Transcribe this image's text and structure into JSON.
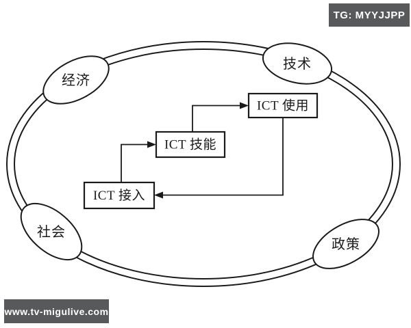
{
  "overlays": {
    "tg_badge": "TG: MYYJJPP",
    "watermark": "www.tv-migulive.com"
  },
  "colors": {
    "line": "#1a1a1a",
    "badge_bg": "#58595b",
    "badge_text": "#ffffff",
    "background": "#ffffff"
  },
  "diagram": {
    "description": "Double-line oval ring with four context nodes and an inner ICT cycle",
    "ring_nodes": [
      {
        "id": "economy",
        "label": "经济"
      },
      {
        "id": "technology",
        "label": "技术"
      },
      {
        "id": "society",
        "label": "社会"
      },
      {
        "id": "policy",
        "label": "政策"
      }
    ],
    "boxes": [
      {
        "id": "ict-use",
        "label": "ICT 使用"
      },
      {
        "id": "ict-skill",
        "label": "ICT 技能"
      },
      {
        "id": "ict-access",
        "label": "ICT 接入"
      }
    ],
    "arrows": [
      {
        "from": "ict-access",
        "to": "ict-skill"
      },
      {
        "from": "ict-skill",
        "to": "ict-use"
      },
      {
        "from": "ict-use",
        "to": "ict-access"
      }
    ]
  }
}
